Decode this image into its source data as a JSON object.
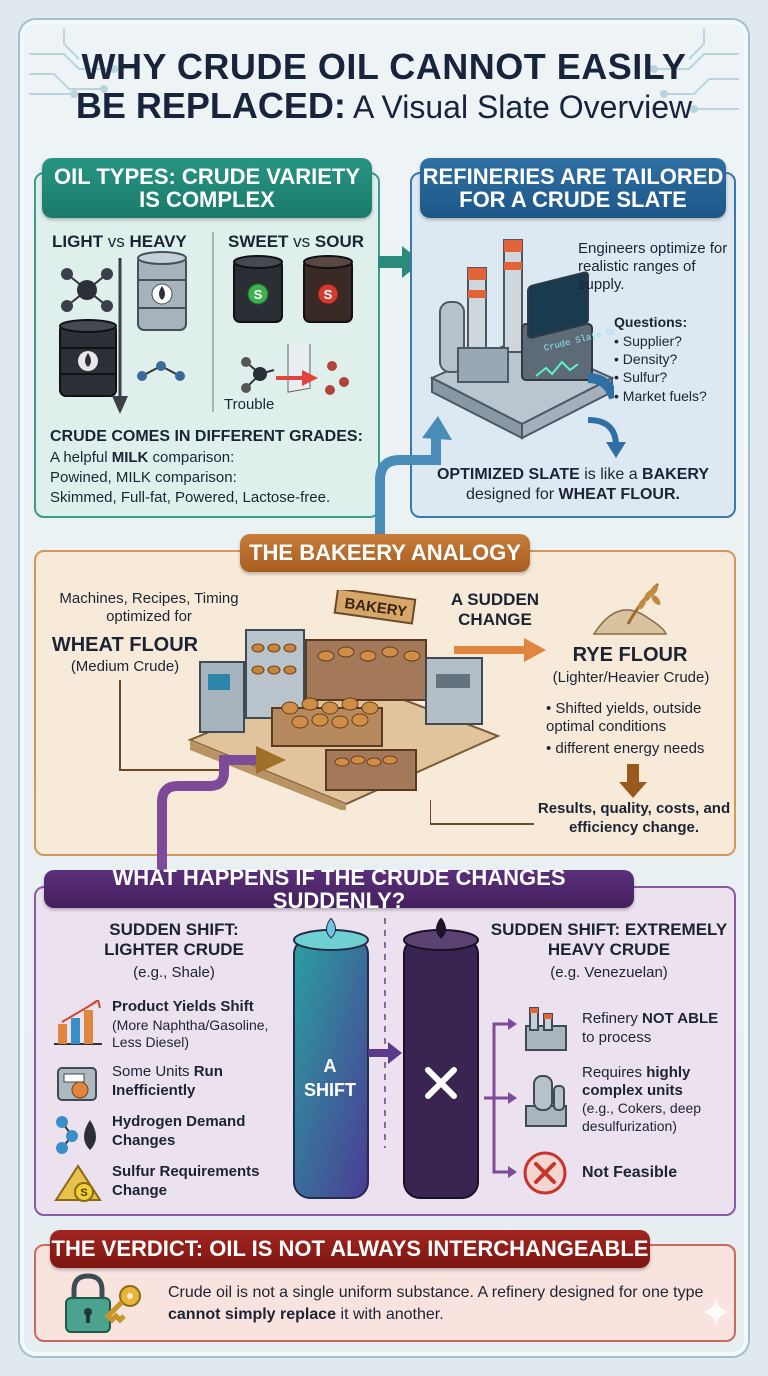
{
  "title": {
    "line1": "WHY CRUDE OIL CANNOT EASILY",
    "line2_bold": "BE REPLACED:",
    "line2_rest": " A Visual Slate Overview"
  },
  "oil_types": {
    "header": "OIL TYPES: CRUDE VARIETY IS COMPLEX",
    "light": "LIGHT",
    "vs1": " vs ",
    "heavy": "HEAVY",
    "sweet": "SWEET",
    "vs2": " vs ",
    "sour": "SOUR",
    "barrel_s": "S",
    "trouble": "Trouble",
    "grades_heading": "CRUDE COMES IN DIFFERENT GRADES:",
    "grades_line1_a": "A helpful ",
    "grades_line1_b": "MILK",
    "grades_line1_c": " comparison:",
    "grades_line2": "Powined, MILK comparison:",
    "grades_line3": "Skimmed, Full-fat, Powered, Lactose-free."
  },
  "refineries": {
    "header": "REFINERIES ARE TAILORED FOR A CRUDE SLATE",
    "intro": "Engineers optimize for realistic ranges of supply.",
    "screen_label": "Crude Slate Optimization",
    "questions_heading": "Questions:",
    "questions": [
      "• Supplier?",
      "• Density?",
      "• Sulfur?",
      "• Market fuels?"
    ],
    "slate_bold1": "OPTIMIZED SLATE",
    "slate_mid1": " is like a ",
    "slate_bold2": "BAKERY",
    "slate_mid2": "designed for ",
    "slate_bold3": "WHEAT FLOUR."
  },
  "bakery": {
    "header": "THE BAKEERY ANALOGY",
    "machines": "Machines, Recipes, Timing optimized for",
    "wheat": "WHEAT FLOUR",
    "medium": "(Medium Crude)",
    "sign": "BAKERY",
    "sudden": "A SUDDEN CHANGE",
    "rye": "RYE FLOUR",
    "rye_sub": "(Lighter/Heavier Crude)",
    "bullet1": "• Shifted yields, outside optimal conditions",
    "bullet2": "• different energy needs",
    "results": "Results, quality, costs, and efficiency change."
  },
  "changes": {
    "header": "WHAT HAPPENS IF THE CRUDE CHANGES SUDDENLY?",
    "left_title": "SUDDEN SHIFT: LIGHTER CRUDE",
    "left_sub": "(e.g., Shale)",
    "item1_title": "Product Yields Shift",
    "item1_sub": "(More Naphtha/Gasoline, Less Diesel)",
    "item2_a": "Some Units ",
    "item2_b": "Run",
    "item2_c": "Inefficiently",
    "item3": "Hydrogen Demand Changes",
    "item4": "Sulfur Requirements Change",
    "shift_label": "A SHIFT",
    "right_title": "SUDDEN SHIFT: EXTREMELY HEAVY CRUDE",
    "right_sub": "(e.g. Venezuelan)",
    "r1_a": "Refinery ",
    "r1_b": "NOT ABLE",
    "r1_c": " to process",
    "r2_a": "Requires ",
    "r2_b": "highly complex units",
    "r2_c": "(e.g., Cokers, deep desulfurization)",
    "r3": "Not Feasible"
  },
  "verdict": {
    "header": "THE VERDICT: OIL IS NOT ALWAYS INTERCHANGEABLE",
    "text_a": "Crude oil is not a single uniform substance. A refinery designed for one type ",
    "text_b": "cannot simply replace",
    "text_c": " it with another."
  },
  "colors": {
    "teal": "#279583",
    "blue": "#2f6fa3",
    "orange": "#c77c38",
    "purple": "#5b2f7a",
    "red": "#a2251f"
  }
}
